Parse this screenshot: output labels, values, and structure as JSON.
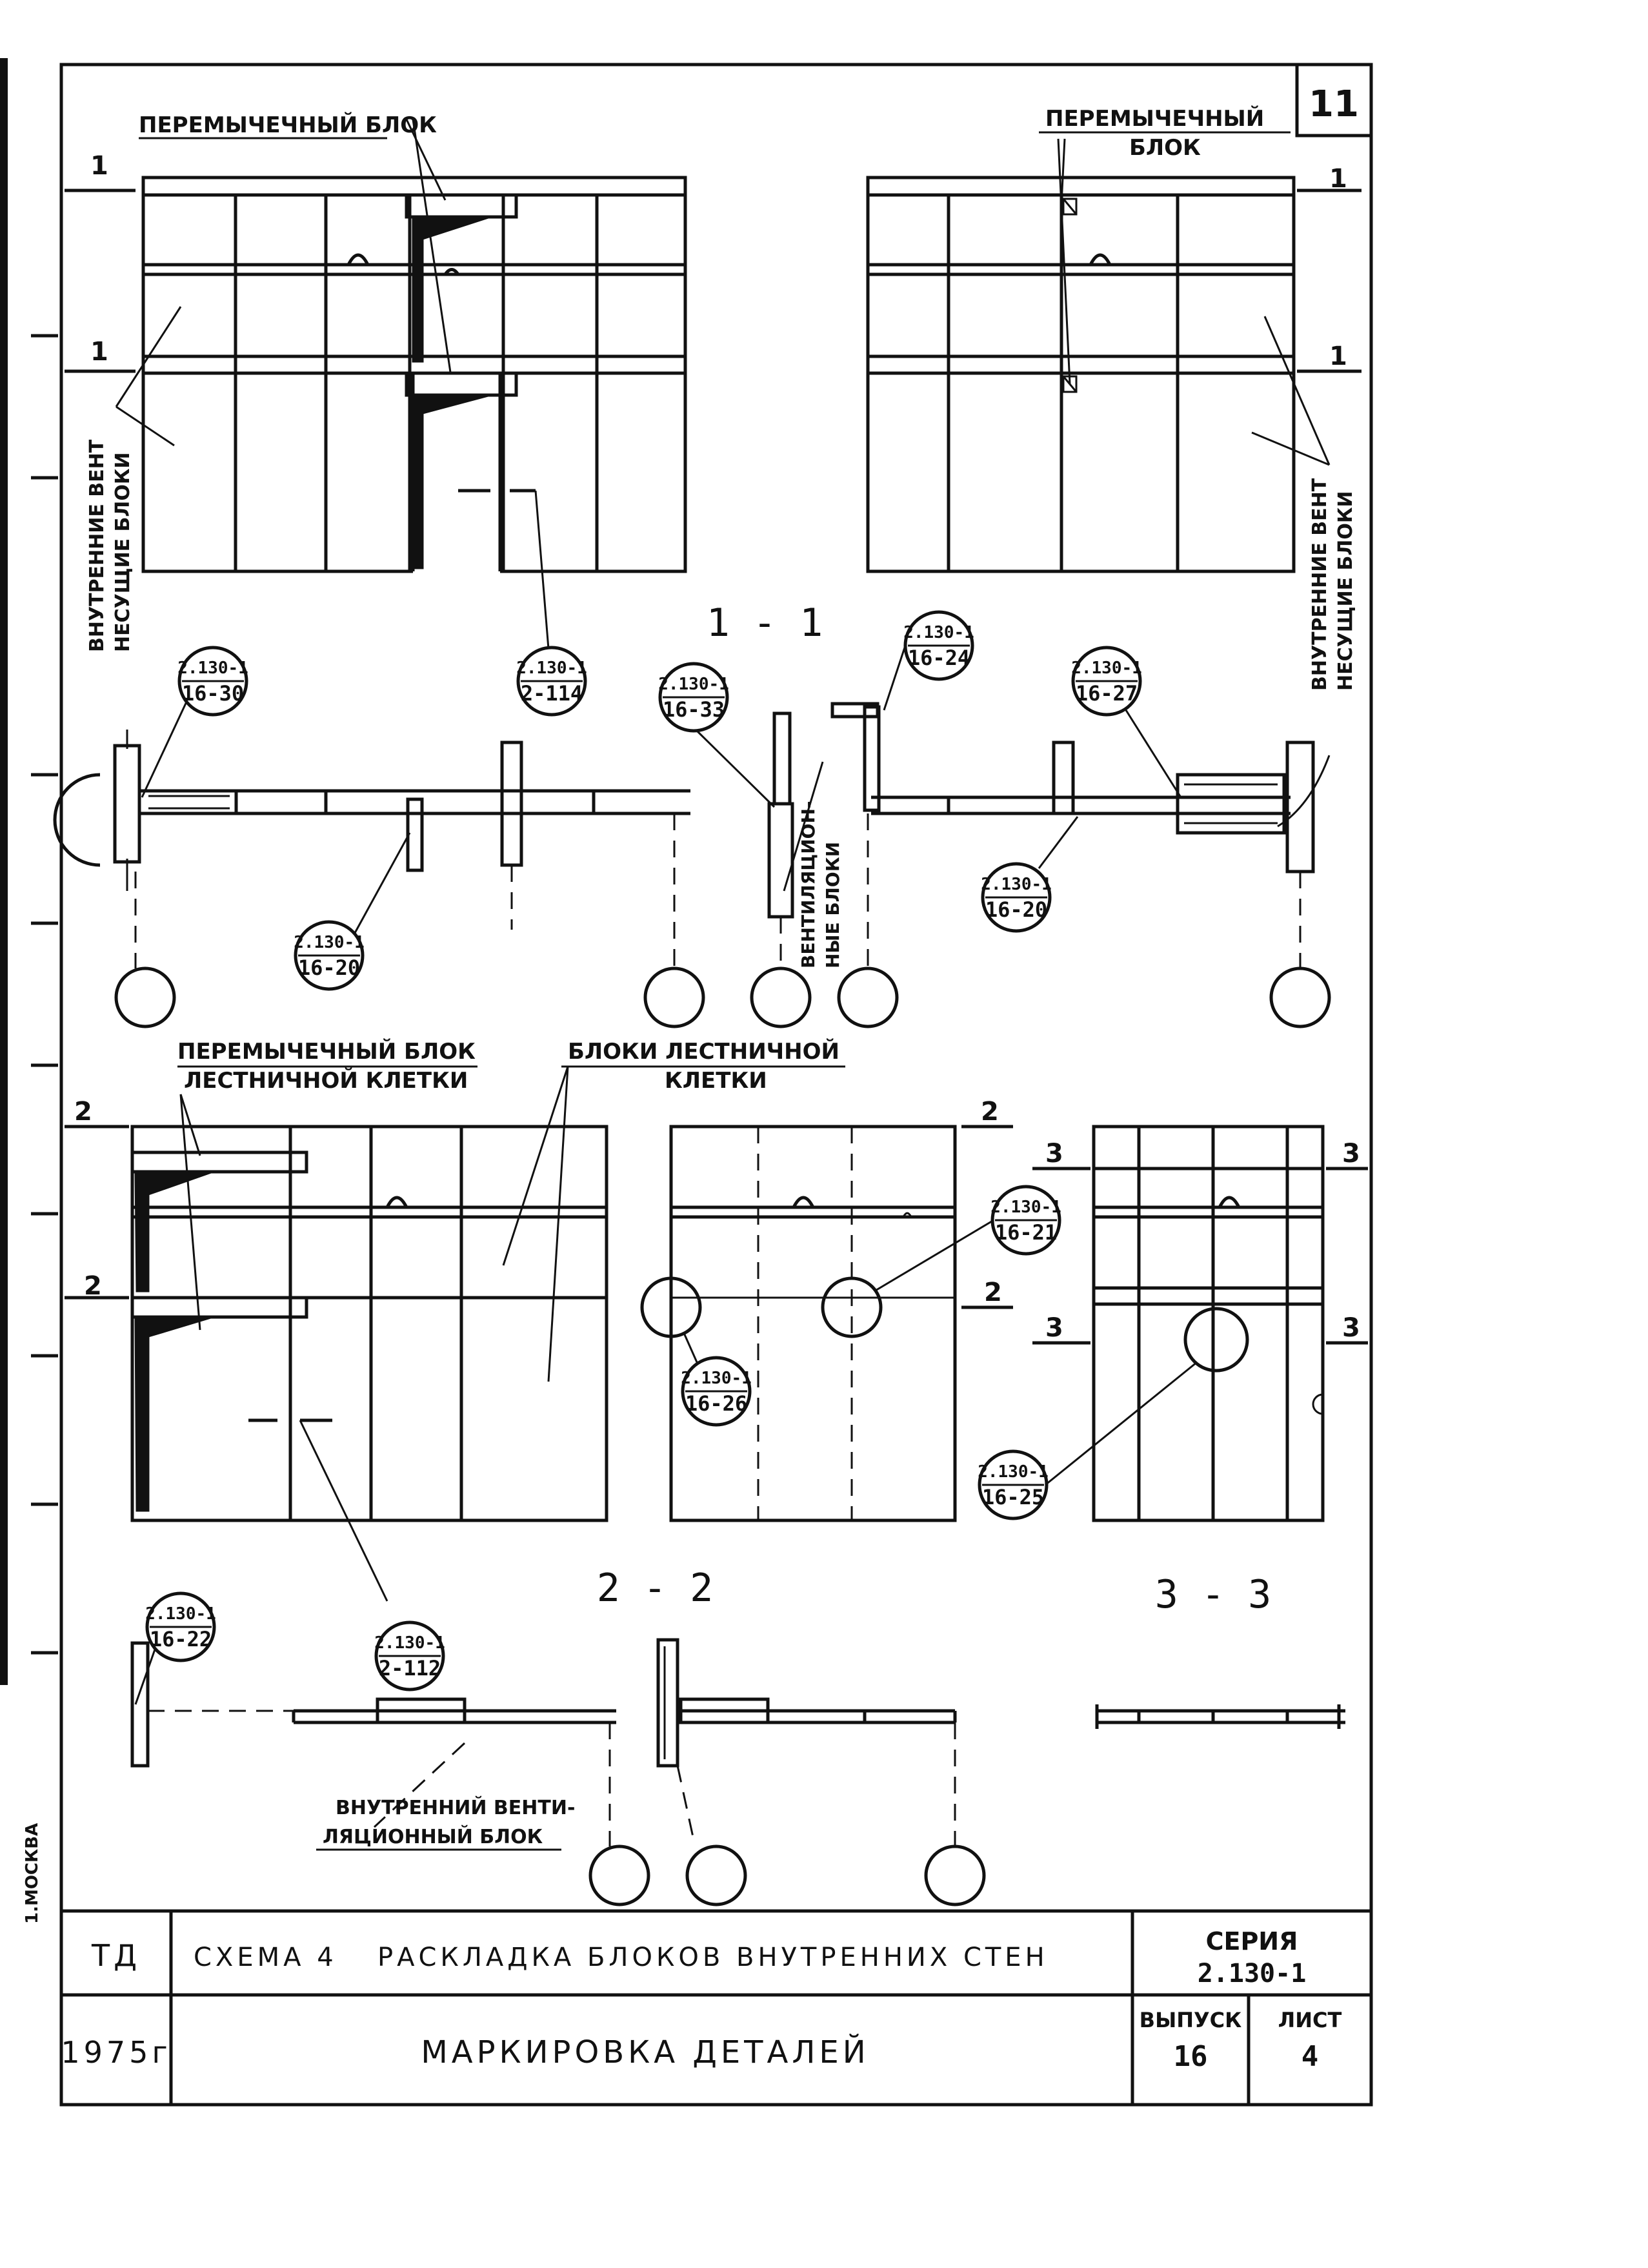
{
  "sheet": {
    "sheet_number": "11"
  },
  "labels": {
    "lintel_block_1": "ПЕРЕМЫЧЕЧНЫЙ БЛОК",
    "lintel_block_2a": "ПЕРЕМЫЧЕЧНЫЙ",
    "lintel_block_2b": "БЛОК",
    "internal_vent_left_a": "ВНУТРЕННИЕ ВЕНТ",
    "internal_vent_left_b": "НЕСУЩИЕ БЛОКИ",
    "internal_vent_right_a": "ВНУТРЕННИЕ ВЕНТ",
    "internal_vent_right_b": "НЕСУЩИЕ БЛОКИ",
    "vent_blocks_a": "ВЕНТИЛЯЦИОН-",
    "vent_blocks_b": "НЫЕ БЛОКИ",
    "stair_lintel_a": "ПЕРЕМЫЧЕЧНЫЙ БЛОК",
    "stair_lintel_b": "ЛЕСТНИЧНОЙ КЛЕТКИ",
    "stair_blocks_a": "БЛОКИ ЛЕСТНИЧНОЙ",
    "stair_blocks_b": "КЛЕТКИ",
    "inner_vent_block_a": "ВНУТРЕННИЙ ВЕНТИ-",
    "inner_vent_block_b": "ЛЯЦИОННЫЙ БЛОК"
  },
  "section_marks": {
    "s1": "1",
    "s2": "2",
    "s3": "3",
    "sec11": "1 - 1",
    "sec22": "2 - 2",
    "sec33": "3 - 3"
  },
  "callouts": [
    {
      "top": "2.130-1",
      "bottom": "16-30"
    },
    {
      "top": "2.130-1",
      "bottom": "2-114"
    },
    {
      "top": "2.130-1",
      "bottom": "16-33"
    },
    {
      "top": "2.130-1",
      "bottom": "16-24"
    },
    {
      "top": "2.130-1",
      "bottom": "16-27"
    },
    {
      "top": "2.130-1",
      "bottom": "16-20"
    },
    {
      "top": "2.130-1",
      "bottom": "16-20"
    },
    {
      "top": "2.130-1",
      "bottom": "16-21"
    },
    {
      "top": "2.130-1",
      "bottom": "16-26"
    },
    {
      "top": "2.130-1",
      "bottom": "16-25"
    },
    {
      "top": "2.130-1",
      "bottom": "16-22"
    },
    {
      "top": "2.130-1",
      "bottom": "2-112"
    }
  ],
  "title_block": {
    "org": "ТД",
    "year": "1975г",
    "scheme": "СХЕМА 4",
    "title_line_1": "РАСКЛАДКА БЛОКОВ ВНУТРЕННИХ СТЕН",
    "title_line_2": "МАРКИРОВКА ДЕТАЛЕЙ",
    "series_label": "СЕРИЯ",
    "series_value": "2.130-1",
    "issue_label": "ВЫПУСК",
    "issue_value": "16",
    "sheet_label": "ЛИСТ",
    "sheet_value": "4"
  },
  "margin_note": "1.МОСКВА"
}
